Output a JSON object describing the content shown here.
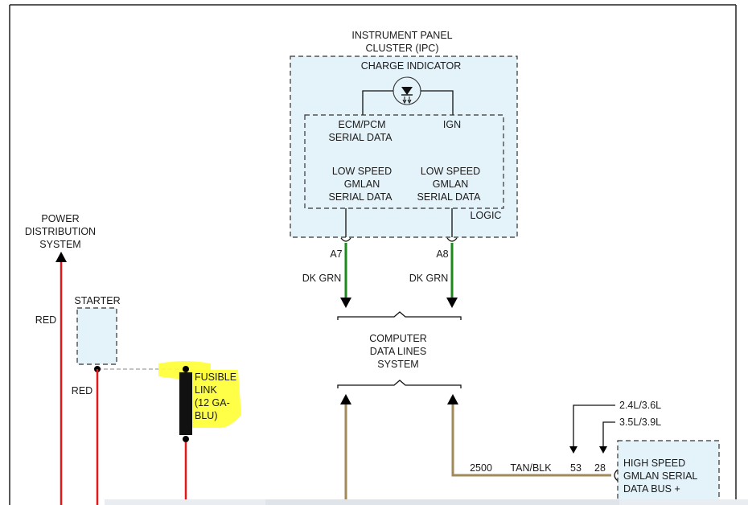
{
  "ipc": {
    "title_line1": "INSTRUMENT PANEL",
    "title_line2": "CLUSTER (IPC)",
    "charge_indicator": "CHARGE INDICATOR",
    "ecm_line1": "ECM/PCM",
    "ecm_line2": "SERIAL DATA",
    "ign": "IGN",
    "low1_line1": "LOW SPEED",
    "low1_line2": "GMLAN",
    "low1_line3": "SERIAL DATA",
    "low2_line1": "LOW SPEED",
    "low2_line2": "GMLAN",
    "low2_line3": "SERIAL DATA",
    "logic": "LOGIC",
    "pin_a7": "A7",
    "pin_a8": "A8",
    "wire_a7_color": "DK GRN",
    "wire_a8_color": "DK GRN"
  },
  "computer_data_lines": {
    "line1": "COMPUTER",
    "line2": "DATA LINES",
    "line3": "SYSTEM"
  },
  "power": {
    "line1": "POWER",
    "line2": "DISTRIBUTION",
    "line3": "SYSTEM",
    "wire_top_color": "RED",
    "wire_starter_color": "RED"
  },
  "starter": {
    "label": "STARTER"
  },
  "fusible_link": {
    "line1": "FUSIBLE",
    "line2": "LINK",
    "line3": "(12 GA-",
    "line4": "BLU)"
  },
  "bus": {
    "circuit": "2500",
    "wire_color": "TAN/BLK",
    "pin_53": "53",
    "pin_28": "28",
    "variant_1": "2.4L/3.6L",
    "variant_2": "3.5L/3.9L",
    "hs_line1": "HIGH SPEED",
    "hs_line2": "GMLAN SERIAL",
    "hs_line3": "DATA BUS +"
  },
  "colors": {
    "red_wire": "#e01818",
    "green_wire": "#1a8a1a",
    "tan_wire": "#a08a5a",
    "box_fill": "#e4f2fa",
    "highlight": "#ffff33"
  }
}
